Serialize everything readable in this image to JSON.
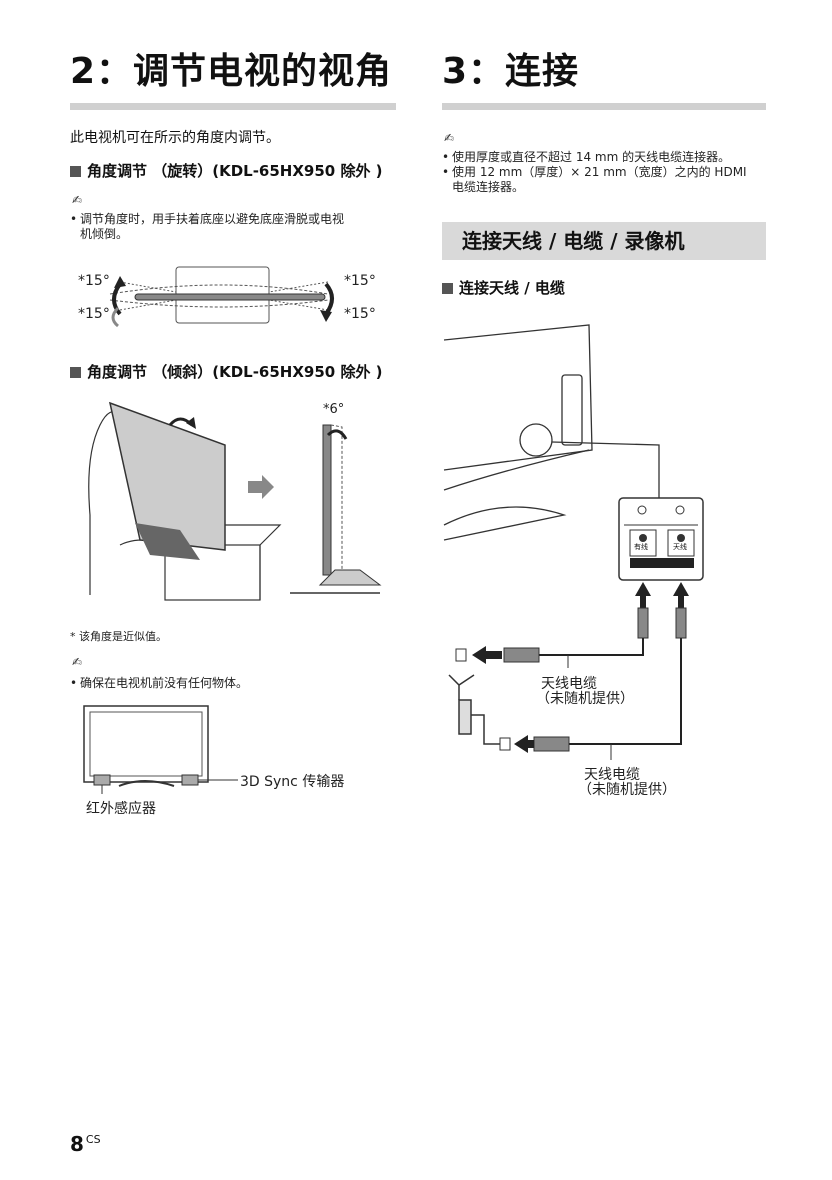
{
  "left": {
    "title": "2：调节电视的视角",
    "intro": "此电视机可在所示的角度内调节。",
    "section_rotate": "角度调节 （旋转）(KDL-65HX950 除外 )",
    "note_icon": "✍",
    "note_rotate_line1": "调节角度时，用手扶着底座以避免底座滑脱或电视",
    "note_rotate_line2": "机倾倒。",
    "angle_15": "*15°",
    "section_tilt": "角度调节 （倾斜）(KDL-65HX950 除外 )",
    "angle_6": "*6°",
    "footnote": "* 该角度是近似值。",
    "note_clear": "确保在电视机前没有任何物体。",
    "label_3d_sync": "3D Sync 传输器",
    "label_ir": "红外感应器"
  },
  "right": {
    "title": "3：连接",
    "note_icon": "✍",
    "note_line1": "使用厚度或直径不超过 14 mm 的天线电缆连接器。",
    "note_line2a": "使用 12 mm（厚度）× 21 mm（宽度）之内的 HDMI",
    "note_line2b": "电缆连接器。",
    "band_title": "连接天线 / 电缆 / 录像机",
    "section_antenna": "连接天线 / 电缆",
    "port_cable": "有线",
    "port_antenna": "天线",
    "cable_label_1a": "天线电缆",
    "cable_label_1b": "（未随机提供）",
    "cable_label_2a": "天线电缆",
    "cable_label_2b": "（未随机提供）"
  },
  "page": {
    "number": "8",
    "lang": "CS"
  }
}
